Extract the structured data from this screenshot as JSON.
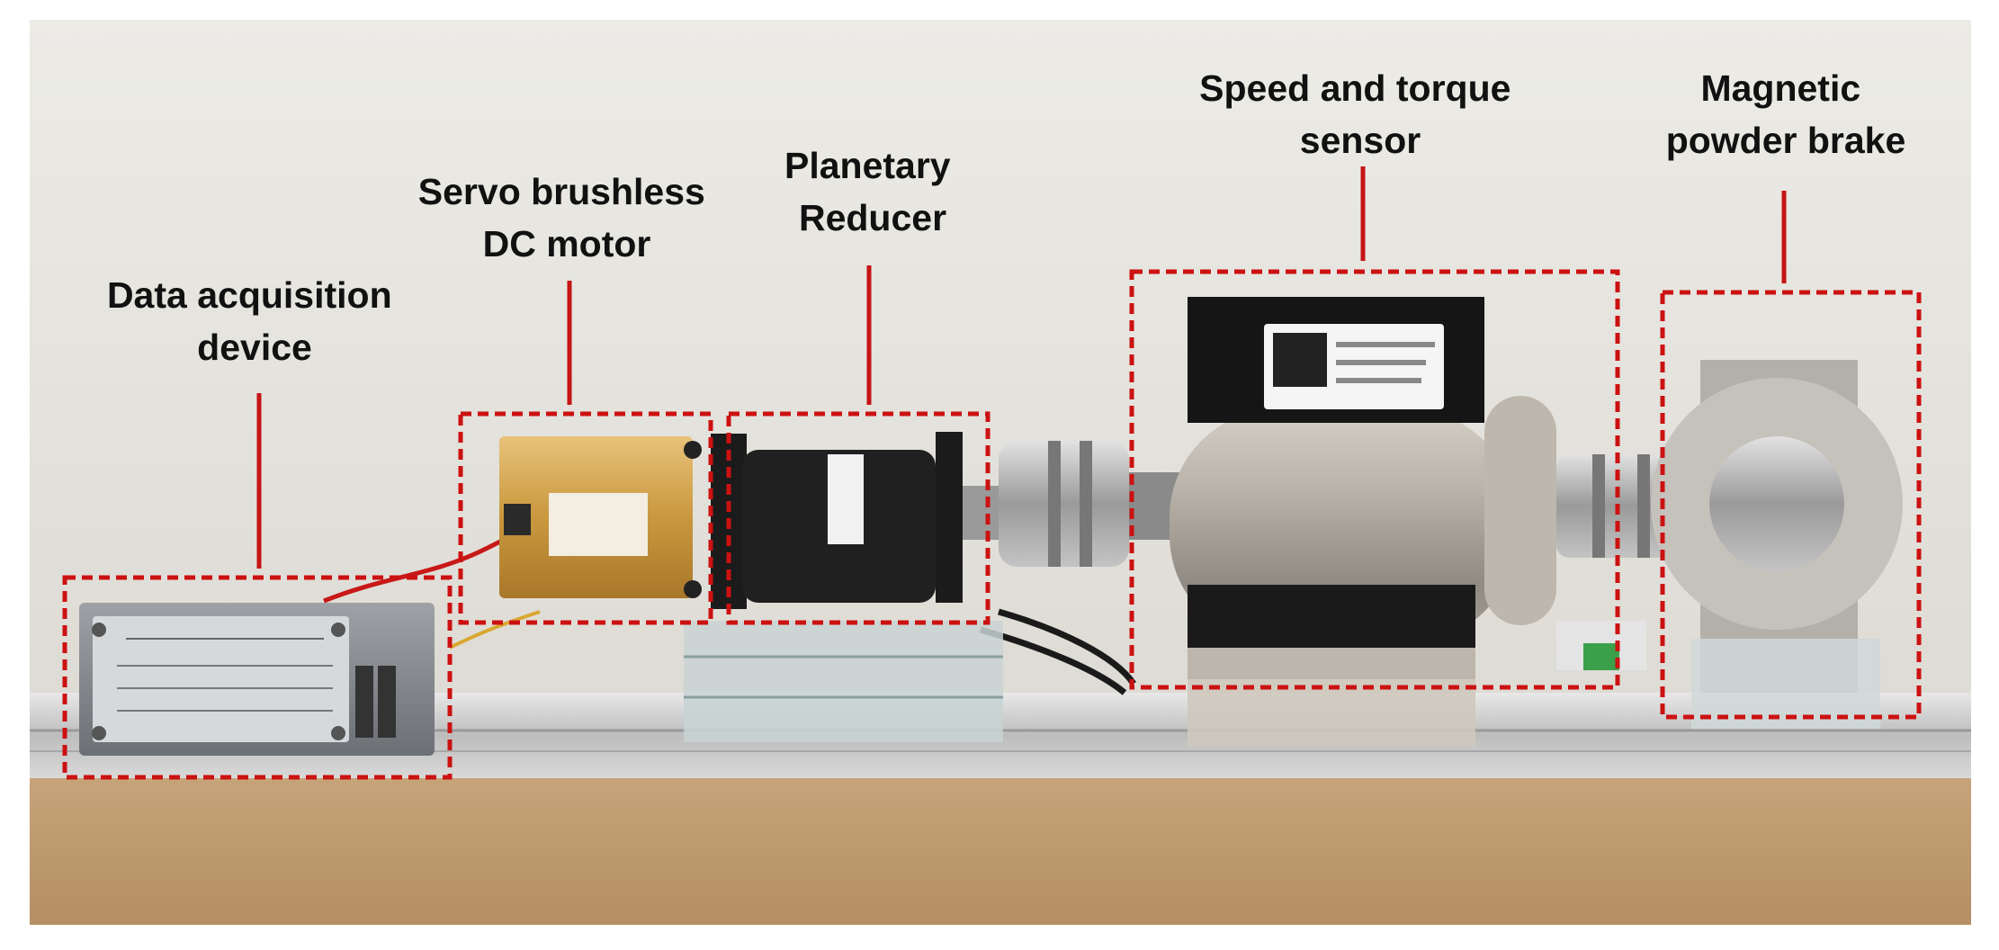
{
  "labels": {
    "data_acquisition": [
      "Data acquisition",
      "device"
    ],
    "servo_motor": [
      "Servo brushless",
      "DC motor"
    ],
    "planetary_reducer": [
      "Planetary",
      "Reducer"
    ],
    "torque_sensor": [
      "Speed and torque",
      "sensor"
    ],
    "powder_brake": [
      "Magnetic",
      "powder brake"
    ]
  },
  "colors": {
    "highlight": "#cc1111",
    "label_text": "#111111"
  },
  "icons": {
    "leader_line": "vertical-red-line",
    "highlight_box": "dashed-red-rectangle"
  }
}
